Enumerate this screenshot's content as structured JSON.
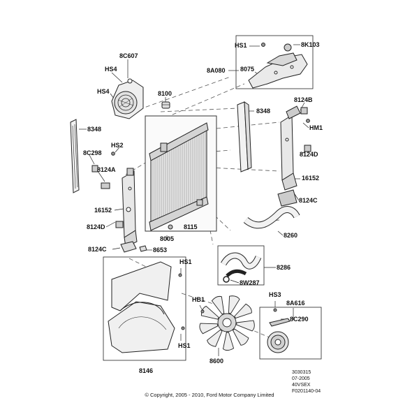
{
  "labels": {
    "l8C607": "8C607",
    "lHS4a": "HS4",
    "lHS4b": "HS4",
    "l8100": "8100",
    "lHS1top": "HS1",
    "l8K103": "8K103",
    "l8A080": "8A080",
    "l8075": "8075",
    "l8124Btop": "8124B",
    "lHM1": "HM1",
    "l8348right": "8348",
    "l8348left": "8348",
    "l8C298": "8C298",
    "lHS2": "HS2",
    "l8124Aleft": "8124A",
    "l8124Dright": "8124D",
    "l16152right": "16152",
    "l8124Cright": "8124C",
    "l16152left": "16152",
    "l8124Dleft": "8124D",
    "l8115": "8115",
    "l8005": "8005",
    "l8260": "8260",
    "l8124Cleft": "8124C",
    "l8653": "8653",
    "lHS1mid": "HS1",
    "l8286": "8286",
    "l8W287": "8W287",
    "lHB1": "HB1",
    "lHS3": "HS3",
    "l8A616": "8A616",
    "l8C290": "8C290",
    "lHS1bot": "HS1",
    "l8146": "8146",
    "l8600": "8600"
  },
  "meta": {
    "code1": "3030315",
    "code2": "07-2005",
    "code3": "40VSEX",
    "code4": "F0201140-04"
  },
  "copyright": "© Copyright, 2005 - 2010, Ford Motor Company Limited"
}
